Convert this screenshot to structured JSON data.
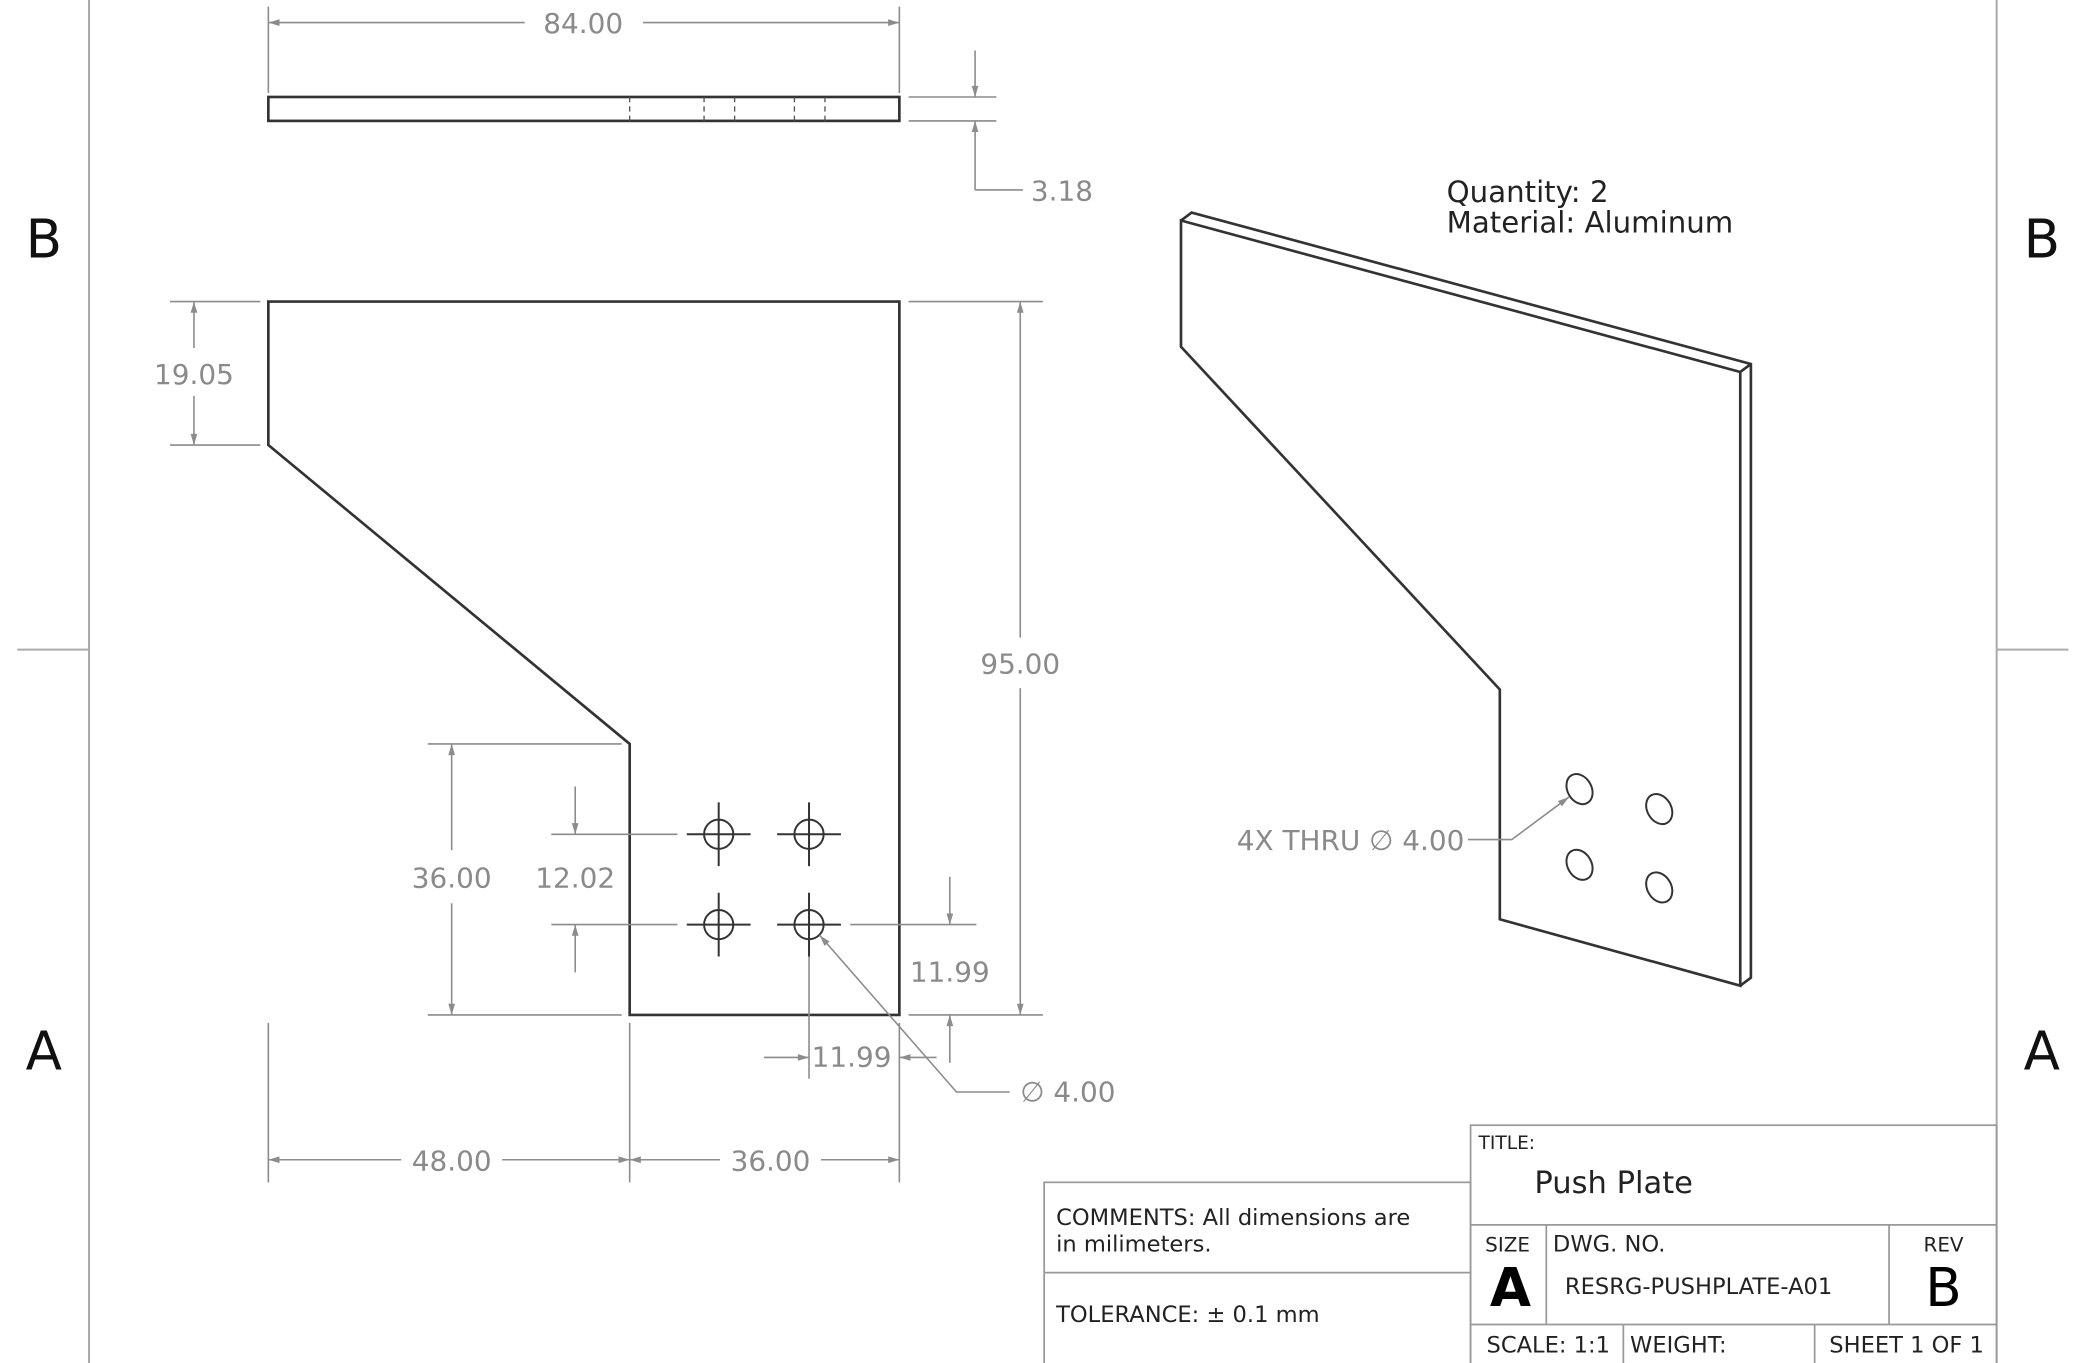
{
  "zones": {
    "upper": "B",
    "lower": "A"
  },
  "dimensions": {
    "overall_width": "84.00",
    "thickness": "3.18",
    "top_offset": "19.05",
    "overall_height": "95.00",
    "tab_height": "36.00",
    "hole_spacing_vertical": "12.02",
    "hole_edge_vertical": "11.99",
    "hole_edge_horizontal": "11.99",
    "hole_diameter": "∅ 4.00",
    "left_width": "48.00",
    "tab_width": "36.00"
  },
  "iso_notes": {
    "quantity": "Quantity: 2",
    "material": "Material: Aluminum",
    "hole_callout": "4X THRU  ∅ 4.00"
  },
  "title_block": {
    "comments_line1": "COMMENTS: All dimensions are",
    "comments_line2": "in milimeters.",
    "tolerance": "TOLERANCE: ± 0.1 mm",
    "title_label": "TITLE:",
    "title": "Push Plate",
    "size_label": "SIZE",
    "size": "A",
    "dwg_label": "DWG.  NO.",
    "dwg_no": "RESRG-PUSHPLATE-A01",
    "rev_label": "REV",
    "rev": "B",
    "scale": "SCALE: 1:1",
    "weight": "WEIGHT:",
    "sheet": "SHEET 1 OF 1"
  }
}
